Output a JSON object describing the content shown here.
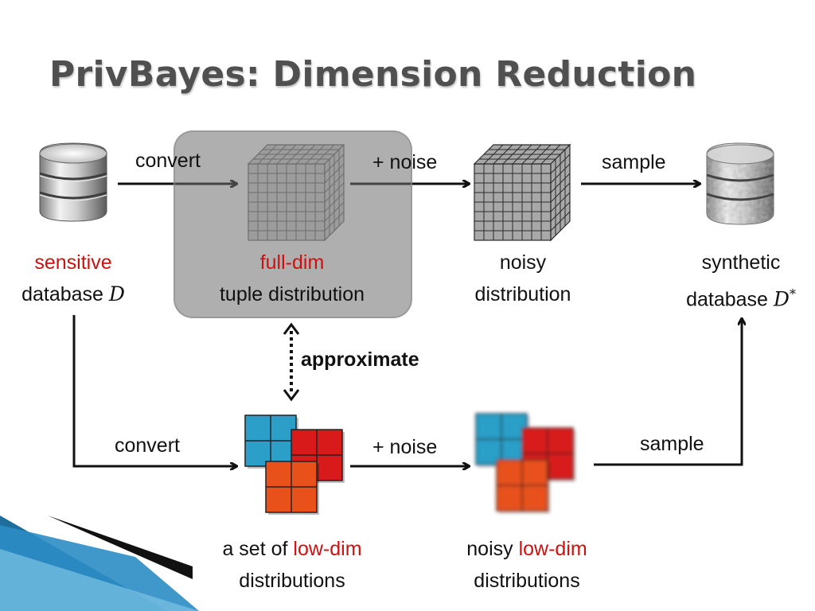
{
  "slide": {
    "title": "PrivBayes: Dimension Reduction"
  },
  "nodes": {
    "sensitive_db": {
      "line1": "sensitive",
      "line2_prefix": "database ",
      "var": "D"
    },
    "full_dim": {
      "line1": "full-dim",
      "line2": "tuple distribution"
    },
    "noisy_dist": {
      "line1": "noisy",
      "line2": "distribution"
    },
    "synthetic_db": {
      "line1": "synthetic",
      "line2_prefix": "database ",
      "var": "D",
      "var_sup": "*"
    },
    "low_dim_set": {
      "line1_prefix": "a set of ",
      "line1_highlight": "low-dim",
      "line2": "distributions"
    },
    "noisy_low_dim": {
      "line1_prefix": "noisy ",
      "line1_highlight": "low-dim",
      "line2": "distributions"
    }
  },
  "edges": {
    "top_convert": "convert",
    "top_noise": "+ noise",
    "top_sample": "sample",
    "approximate": "approximate",
    "bottom_convert": "convert",
    "bottom_noise": "+ noise",
    "bottom_sample": "sample"
  },
  "icons": {
    "database": "database-icon",
    "synthetic_database": "noisy-database-icon",
    "cube": "grid-cube-icon",
    "blocks": "block-grid-icon"
  },
  "colors": {
    "highlight_text": "#cc1111",
    "cyan_block": "#2b9fc7",
    "red_block": "#d81a1a",
    "orange_block": "#e8511a",
    "overlay": "#8c8c8c"
  }
}
